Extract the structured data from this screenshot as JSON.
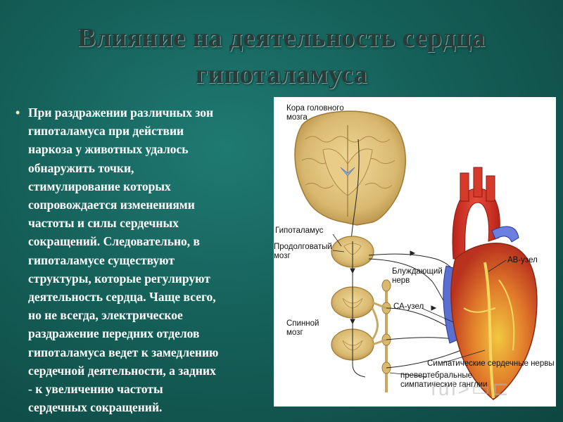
{
  "slide": {
    "title_line1": "Влияние на деятельность сердца",
    "title_line2": "гипоталамуса",
    "bullet_text": "При раздражении различных зон\nгипоталамуса при действии\nнаркоза  у животных удалось\nобнаружить точки,\nстимулирование которых\nсопровождается изменениями\nчастоты  и силы сердечных\nсокращений. Следовательно, в\nгипоталамусе существуют\nструктуры, которые регулируют\nдеятельность сердца. Чаще всего,\nно не всегда, электрическое\nраздражение передних отделов\nгипоталамуса ведет к замедлению\nсердечной деятельности, а задних\n- к увеличению частоты\nсердечных сокращений."
  },
  "diagram": {
    "labels": {
      "cortex": "Кора головного\nмозга",
      "hypothalamus": "Гипоталамус",
      "medulla": "Продолговатый\nмозг",
      "vagus": "Блуждающий\nнерв",
      "sa_node": "СА-узел",
      "av_node": "АВ-узел",
      "spinal_cord": "Спинной\nмозг",
      "sympathetic_nerves": "Симпатические сердечные нервы",
      "prevertebral_ganglia": "превертебральные\nсимпатические ганглии"
    },
    "watermark": "ful>▭⊏"
  },
  "colors": {
    "background": "#156059",
    "title_text": "#2b3b3a",
    "body_text": "#ffffff",
    "brain_tissue": "#d9b970",
    "heart_red": "#d63a2a",
    "heart_blue": "#5a6fd0"
  }
}
